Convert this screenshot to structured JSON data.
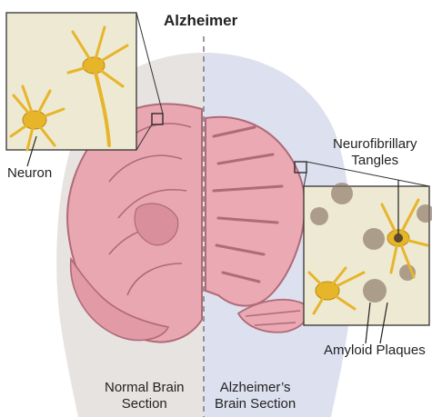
{
  "title": "Alzheimer",
  "labels": {
    "neuron": "Neuron",
    "tangles": [
      "Neurofibrillary",
      "Tangles"
    ],
    "plaques": "Amyloid Plaques",
    "normal": [
      "Normal Brain",
      "Section"
    ],
    "alzheimers": [
      "Alzheimer’s",
      "Brain Section"
    ]
  },
  "colors": {
    "head_left": "#e7e3e1",
    "head_right": "#dde0ee",
    "brain_tissue": "#e9a7b1",
    "brain_outline": "#b06a78",
    "neuron": "#e7b52a",
    "inset_bg": "#eee9d2",
    "plaque": "#8a7566"
  }
}
